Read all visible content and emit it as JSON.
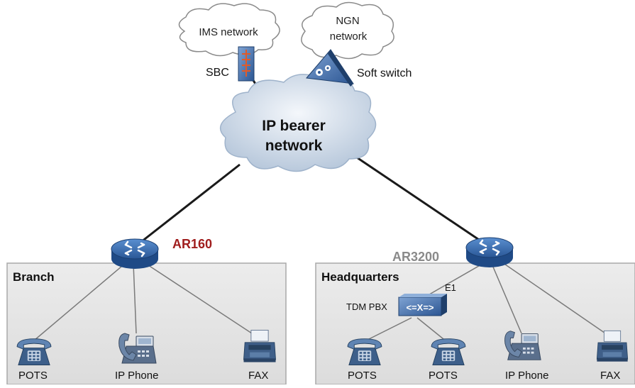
{
  "clouds": {
    "ims": "IMS network",
    "ngn_line1": "NGN",
    "ngn_line2": "network",
    "bearer_line1": "IP bearer",
    "bearer_line2": "network"
  },
  "devices": {
    "sbc": "SBC",
    "softswitch": "Soft switch",
    "ar160": "AR160",
    "ar3200": "AR3200",
    "tdm_pbx": "TDM PBX",
    "e1": "E1"
  },
  "sites": {
    "branch": "Branch",
    "hq": "Headquarters"
  },
  "terminals": {
    "branch_pots": "POTS",
    "branch_ipphone": "IP Phone",
    "branch_fax": "FAX",
    "hq_pots1": "POTS",
    "hq_pots2": "POTS",
    "hq_ipphone": "IP Phone",
    "hq_fax": "FAX"
  },
  "colors": {
    "ar160": "#a01e1e",
    "ar3200": "#888888",
    "cloud_fill": "#c9d6e6",
    "router_fill": "#2f5d9c",
    "site_fill": "#e2e2e2"
  }
}
